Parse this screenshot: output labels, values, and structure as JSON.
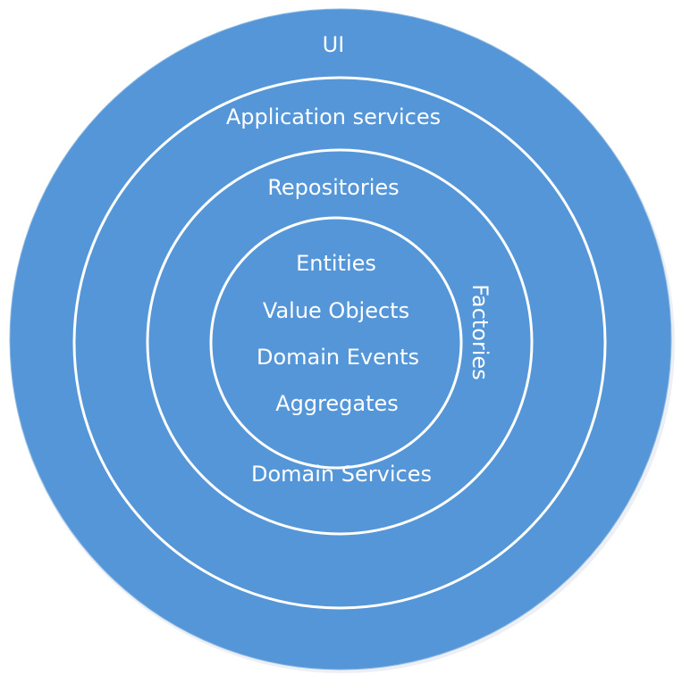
{
  "diagram": {
    "fill_color": "#5496d8",
    "line_color": "#ffffff",
    "layers": {
      "ui": "UI",
      "application_services": "Application services",
      "repositories": "Repositories",
      "factories": "Factories",
      "domain_services": "Domain Services"
    },
    "core": {
      "entities": "Entities",
      "value_objects": "Value Objects",
      "domain_events": "Domain Events",
      "aggregates": "Aggregates"
    }
  }
}
